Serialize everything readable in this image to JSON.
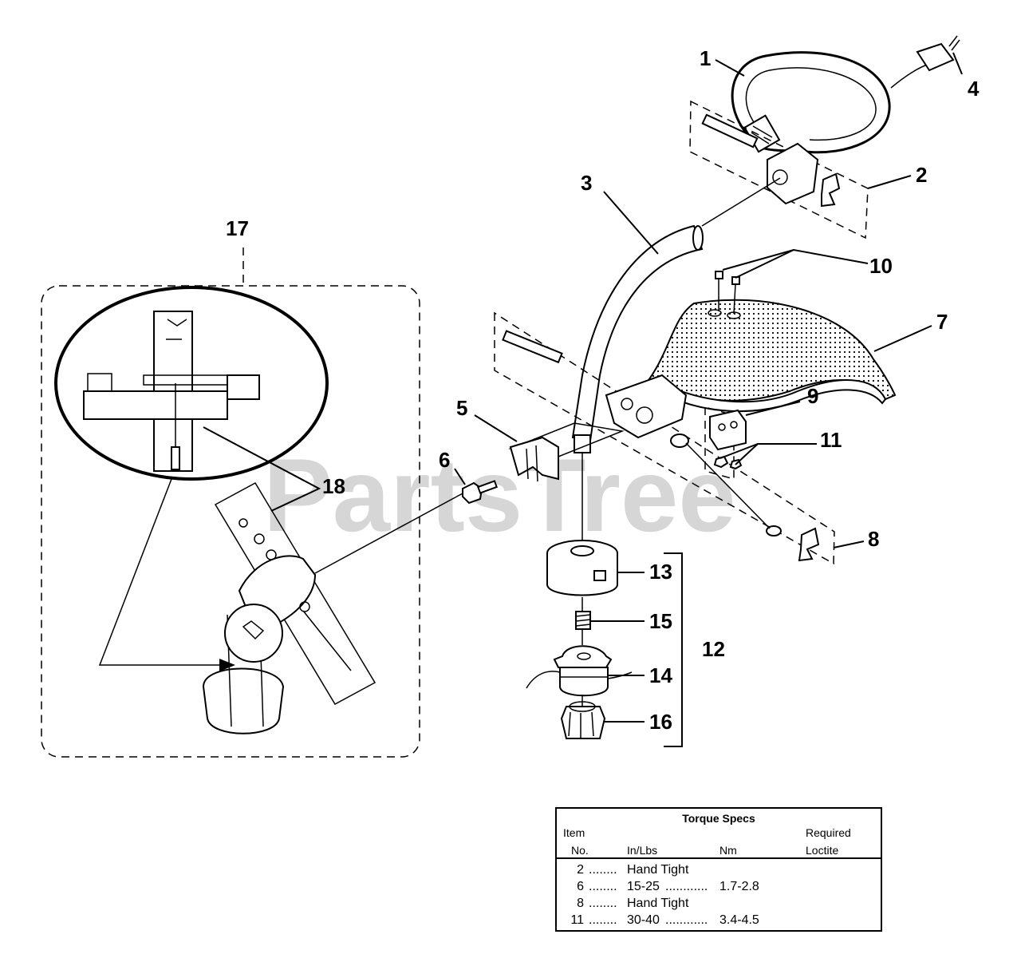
{
  "callouts": [
    "1",
    "2",
    "3",
    "4",
    "5",
    "6",
    "7",
    "8",
    "9",
    "10",
    "11",
    "12",
    "13",
    "14",
    "15",
    "16",
    "17",
    "18"
  ],
  "watermark": "PartsTree",
  "torque_table": {
    "title": "Torque Specs",
    "col_item_top": "Item",
    "col_item_bottom": "No.",
    "col_inlbs": "In/Lbs",
    "col_nm": "Nm",
    "col_loctite_top": "Required",
    "col_loctite_bottom": "Loctite",
    "rows": [
      {
        "item": "2",
        "inlbs": "Hand Tight",
        "nm": "",
        "dots1": "........",
        "dots2": ""
      },
      {
        "item": "6",
        "inlbs": "15-25",
        "nm": "1.7-2.8",
        "dots1": "........",
        "dots2": "............"
      },
      {
        "item": "8",
        "inlbs": "Hand Tight",
        "nm": "",
        "dots1": "........",
        "dots2": ""
      },
      {
        "item": "11",
        "inlbs": "30-40",
        "nm": "3.4-4.5",
        "dots1": "........",
        "dots2": "............"
      }
    ]
  }
}
